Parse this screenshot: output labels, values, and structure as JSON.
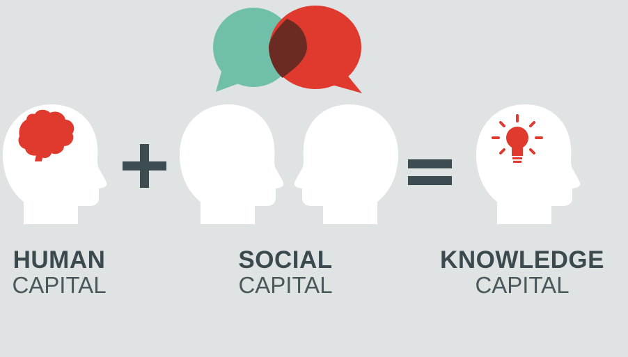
{
  "colors": {
    "background": "#dfe3e3",
    "head": "#ffffff",
    "operator": "#3d4c51",
    "accent_red": "#e03a2f",
    "bubble_green": "#6fbfa9",
    "bubble_overlap": "#6b2a22"
  },
  "icons": {
    "brain": "brain-icon",
    "lightbulb": "lightbulb-icon",
    "plus": "plus-icon",
    "equals": "equals-icon",
    "speech_bubble_left": "speech-bubble-icon",
    "speech_bubble_right": "speech-bubble-icon"
  },
  "labels": {
    "human": {
      "line1": "HUMAN",
      "line2": "CAPITAL"
    },
    "social": {
      "line1": "SOCIAL",
      "line2": "CAPITAL"
    },
    "knowledge": {
      "line1": "KNOWLEDGE",
      "line2": "CAPITAL"
    }
  }
}
